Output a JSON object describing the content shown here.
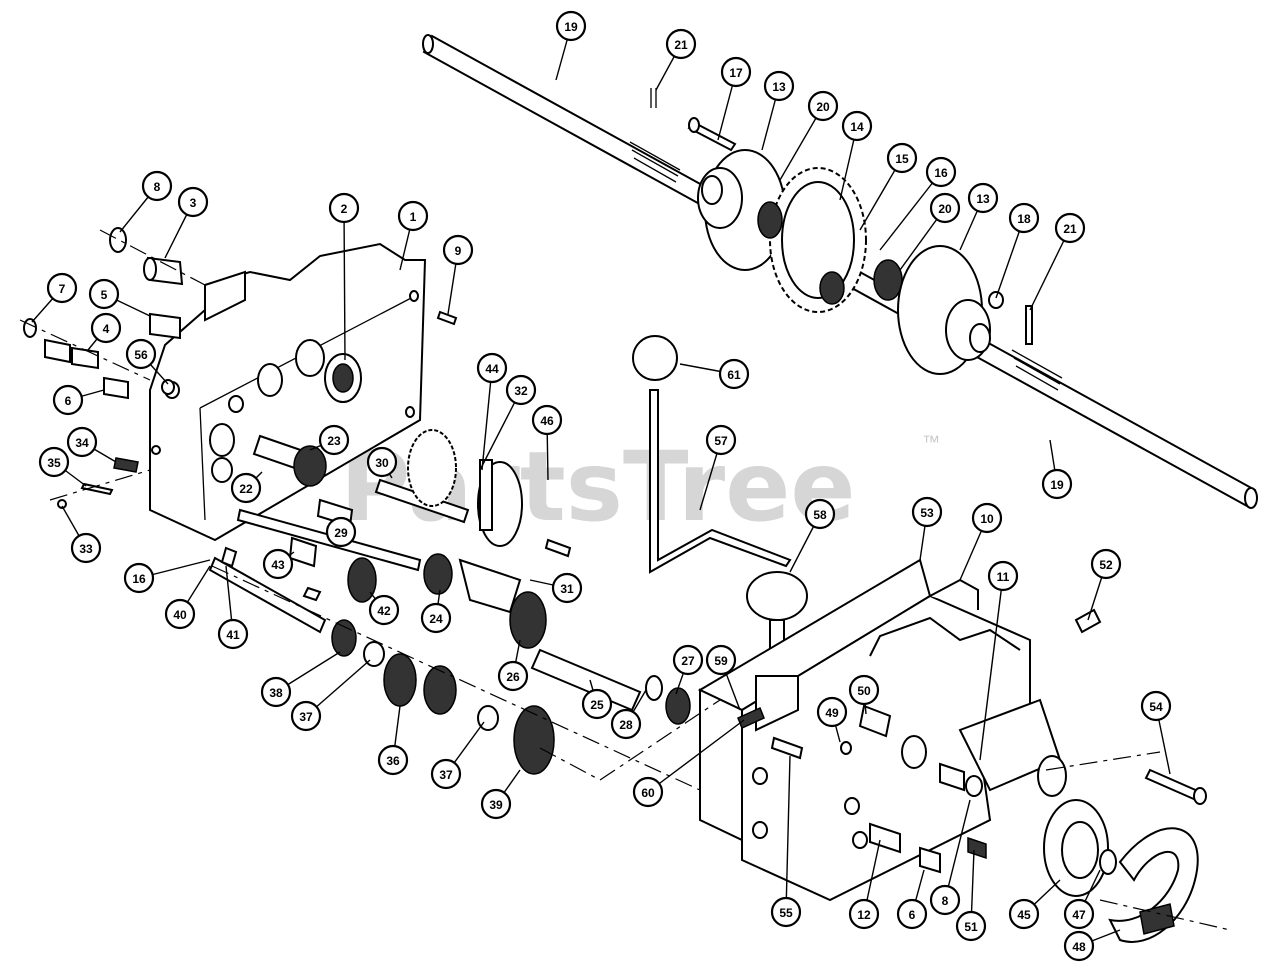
{
  "watermark": {
    "text": "PartsTree",
    "tm": "™"
  },
  "callouts": [
    "19",
    "21",
    "17",
    "13",
    "20",
    "14",
    "15",
    "16",
    "20",
    "13",
    "18",
    "21",
    "8",
    "3",
    "2",
    "1",
    "9",
    "7",
    "5",
    "4",
    "56",
    "6",
    "61",
    "44",
    "32",
    "46",
    "34",
    "35",
    "23",
    "30",
    "22",
    "33",
    "29",
    "57",
    "19",
    "16",
    "43",
    "42",
    "24",
    "31",
    "40",
    "41",
    "58",
    "53",
    "10",
    "11",
    "52",
    "26",
    "38",
    "37",
    "25",
    "27",
    "59",
    "28",
    "50",
    "49",
    "36",
    "37",
    "39",
    "60",
    "54",
    "55",
    "12",
    "6",
    "8",
    "51",
    "45",
    "47",
    "48"
  ]
}
